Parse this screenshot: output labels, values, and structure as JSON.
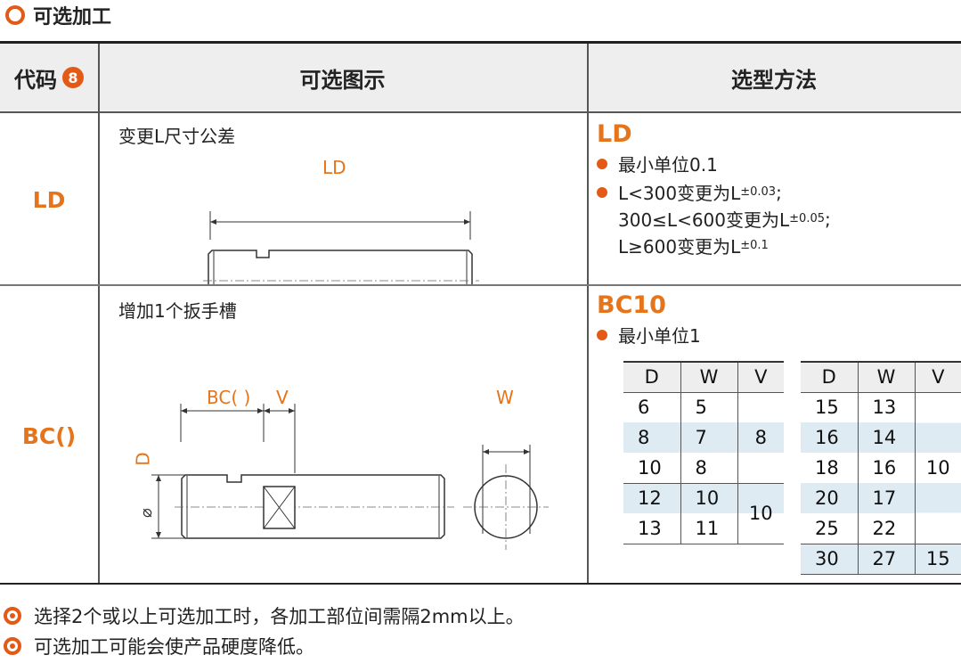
{
  "title": "可选加工",
  "header": {
    "code": "代码",
    "code_badge": "8",
    "figure": "可选图示",
    "method": "选型方法"
  },
  "rows": [
    {
      "code": "LD",
      "caption": "变更L尺寸公差",
      "dim_label": "LD",
      "method_title": "LD",
      "bullets": [
        "最小单位0.1"
      ],
      "tol_lines": [
        {
          "prefix": "L<300变更为L",
          "tol": "±0.03",
          "suffix": ";"
        },
        {
          "prefix": "300≤L<600变更为L",
          "tol": "±0.05",
          "suffix": ";"
        },
        {
          "prefix": "L≥600变更为L",
          "tol": "±0.1",
          "suffix": ""
        }
      ]
    },
    {
      "code": "BC()",
      "caption": "增加1个扳手槽",
      "dim_bc": "BC( )",
      "dim_v": "V",
      "dim_w": "W",
      "dim_d": "D",
      "method_title": "BC10",
      "bullets": [
        "最小单位1"
      ]
    }
  ],
  "table_headers": [
    "D",
    "W",
    "V"
  ],
  "table_left": [
    {
      "D": "6",
      "W": "5"
    },
    {
      "D": "8",
      "W": "7"
    },
    {
      "D": "10",
      "W": "8"
    },
    {
      "D": "12",
      "W": "10"
    },
    {
      "D": "13",
      "W": "11"
    }
  ],
  "table_left_v": [
    "8",
    "10"
  ],
  "table_right": [
    {
      "D": "15",
      "W": "13"
    },
    {
      "D": "16",
      "W": "14"
    },
    {
      "D": "18",
      "W": "16"
    },
    {
      "D": "20",
      "W": "17"
    },
    {
      "D": "25",
      "W": "22"
    },
    {
      "D": "30",
      "W": "27"
    }
  ],
  "table_right_v": [
    "10",
    "15"
  ],
  "footnotes": [
    "选择2个或以上可选加工时，各加工部位间需隔2mm以上。",
    "可选加工可能会使产品硬度降低。"
  ],
  "colors": {
    "accent": "#e6741a",
    "bullet": "#e35a17",
    "table_highlight": "#deebf2",
    "header_bg": "#eeeeee"
  }
}
